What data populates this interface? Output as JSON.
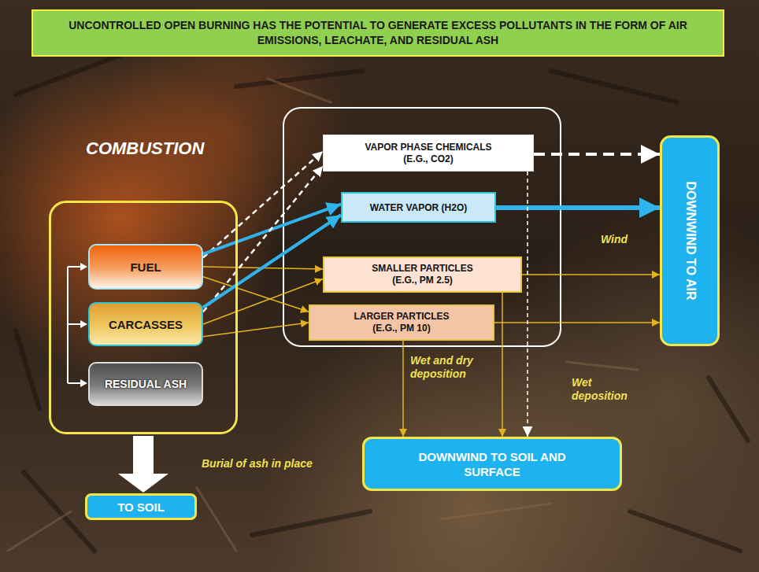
{
  "diagram": {
    "title": "UNCONTROLLED OPEN BURNING HAS THE POTENTIAL TO GENERATE EXCESS POLLUTANTS IN THE FORM OF AIR EMISSIONS, LEACHATE, AND RESIDUAL ASH",
    "nodes": [
      {
        "text": [
          "COMBUSTION"
        ]
      },
      {
        "text": [
          "FUEL"
        ],
        "in": 0
      },
      {
        "text": [
          "CARCASSES"
        ],
        "in": 0
      },
      {
        "text": [
          "RESIDUAL ASH"
        ],
        "in": 0
      },
      {
        "text": [
          "VAPOR PHASE CHEMICALS (E.G., CO2)"
        ]
      },
      {
        "text": [
          "WATER VAPOR (H2O)"
        ]
      },
      {
        "text": [
          "SMALLER PARTICLES (E.G., PM 2.5)"
        ]
      },
      {
        "text": [
          "LARGER PARTICLES (E.G., PM 10)"
        ]
      },
      {
        "text": [
          "DOWNWIND TO AIR"
        ]
      },
      {
        "text": [
          "DOWNWIND TO SOIL AND SURFACE"
        ]
      },
      {
        "text": [
          "TO SOIL"
        ]
      }
    ],
    "edges": [
      {
        "from": 1,
        "to": 4,
        "arrow": "to"
      },
      {
        "from": 1,
        "to": 5,
        "arrow": "to"
      },
      {
        "from": 1,
        "to": 6,
        "arrow": "to"
      },
      {
        "from": 1,
        "to": 7,
        "arrow": "to"
      },
      {
        "from": 2,
        "to": 4,
        "arrow": "to"
      },
      {
        "from": 2,
        "to": 5,
        "arrow": "to"
      },
      {
        "from": 2,
        "to": 6,
        "arrow": "to"
      },
      {
        "from": 2,
        "to": 7,
        "arrow": "to"
      },
      {
        "from": 4,
        "to": 8,
        "arrow": "to"
      },
      {
        "from": 5,
        "to": 8,
        "arrow": "to"
      },
      {
        "from": 6,
        "to": 8,
        "arrow": "to"
      },
      {
        "from": 7,
        "to": 8,
        "arrow": "to"
      },
      {
        "from": 4,
        "to": 9,
        "arrow": "to",
        "label": "Wet deposition"
      },
      {
        "from": 6,
        "to": 9,
        "arrow": "to"
      },
      {
        "from": 7,
        "to": 9,
        "arrow": "to",
        "label": "Wet and dry deposition"
      },
      {
        "from": 0,
        "to": 10,
        "arrow": "to",
        "label": "Burial of ash in place"
      }
    ],
    "labels": [
      "Wind"
    ]
  }
}
